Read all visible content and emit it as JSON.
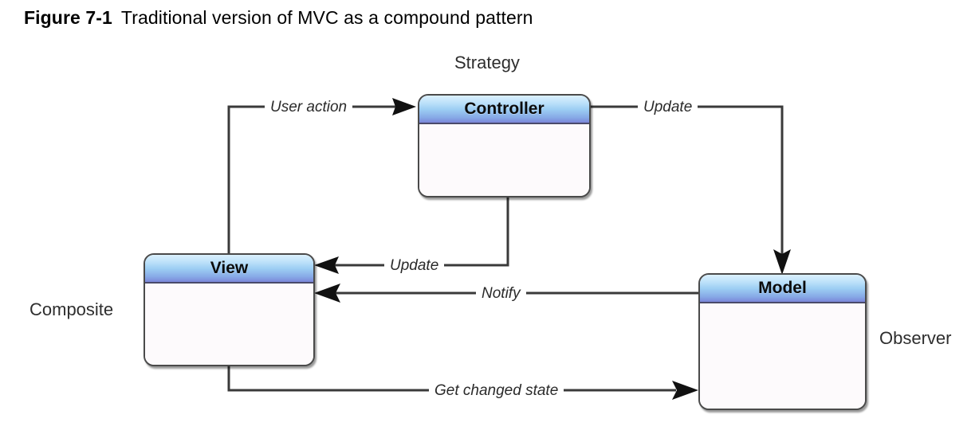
{
  "caption": {
    "number": "Figure 7-1",
    "text": "Traditional version of MVC as a compound pattern"
  },
  "boxes": {
    "controller": {
      "title": "Controller"
    },
    "view": {
      "title": "View"
    },
    "model": {
      "title": "Model"
    }
  },
  "pattern_labels": {
    "strategy": "Strategy",
    "composite": "Composite",
    "observer": "Observer"
  },
  "edges": {
    "user_action": "User action",
    "update_controller_to_model": "Update",
    "update_controller_to_view": "Update",
    "notify": "Notify",
    "get_changed_state": "Get changed state"
  },
  "colors": {
    "page_background": "#ffffff",
    "box_border": "#4a4a4a",
    "box_body": "#fdfafc",
    "header_gradient_top": "#dbf0fd",
    "header_gradient_bottom": "#7b86d8",
    "header_rule": "#4a4a6a",
    "connector": "#3a3a3a",
    "arrowhead": "#111111",
    "caption_text": "#000000",
    "pattern_label_text": "#2e2e2e",
    "edge_label_text": "#2a2a2a"
  }
}
